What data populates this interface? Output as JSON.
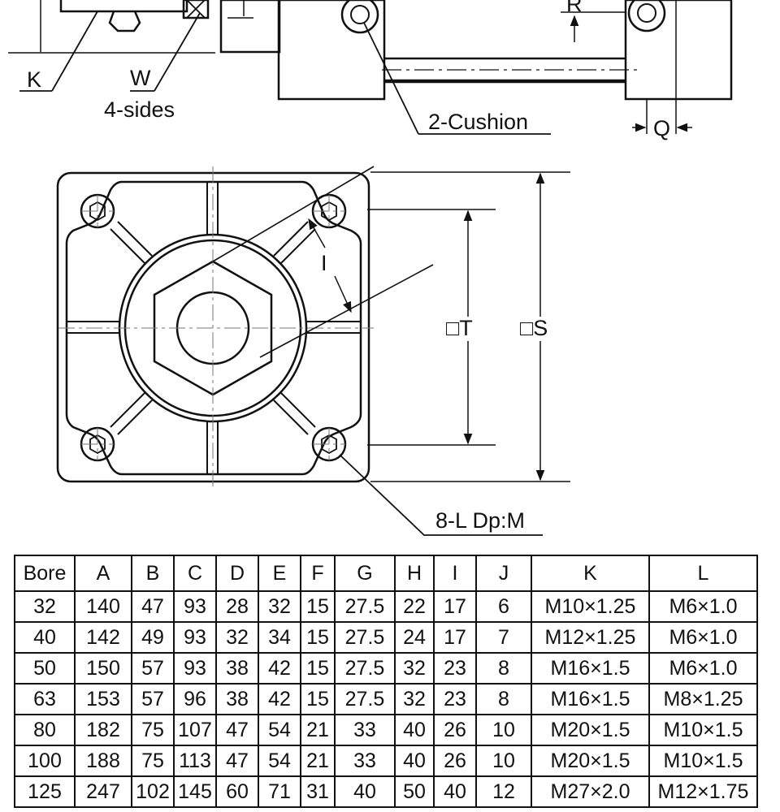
{
  "drawing": {
    "labels": {
      "k": "K",
      "w": "W",
      "four_sides": "4-sides",
      "r": "R",
      "cushion": "2-Cushion",
      "q": "Q",
      "i": "I",
      "t": "□T",
      "s": "□S",
      "ports": "8-L Dp:M"
    }
  },
  "table": {
    "headers": [
      "Bore",
      "A",
      "B",
      "C",
      "D",
      "E",
      "F",
      "G",
      "H",
      "I",
      "J",
      "K",
      "L"
    ],
    "rows": [
      [
        "32",
        "140",
        "47",
        "93",
        "28",
        "32",
        "15",
        "27.5",
        "22",
        "17",
        "6",
        "M10×1.25",
        "M6×1.0"
      ],
      [
        "40",
        "142",
        "49",
        "93",
        "32",
        "34",
        "15",
        "27.5",
        "24",
        "17",
        "7",
        "M12×1.25",
        "M6×1.0"
      ],
      [
        "50",
        "150",
        "57",
        "93",
        "38",
        "42",
        "15",
        "27.5",
        "32",
        "23",
        "8",
        "M16×1.5",
        "M6×1.0"
      ],
      [
        "63",
        "153",
        "57",
        "96",
        "38",
        "42",
        "15",
        "27.5",
        "32",
        "23",
        "8",
        "M16×1.5",
        "M8×1.25"
      ],
      [
        "80",
        "182",
        "75",
        "107",
        "47",
        "54",
        "21",
        "33",
        "40",
        "26",
        "10",
        "M20×1.5",
        "M10×1.5"
      ],
      [
        "100",
        "188",
        "75",
        "113",
        "47",
        "54",
        "21",
        "33",
        "40",
        "26",
        "10",
        "M20×1.5",
        "M10×1.5"
      ],
      [
        "125",
        "247",
        "102",
        "145",
        "60",
        "71",
        "31",
        "40",
        "50",
        "40",
        "12",
        "M27×2.0",
        "M12×1.75"
      ]
    ]
  }
}
